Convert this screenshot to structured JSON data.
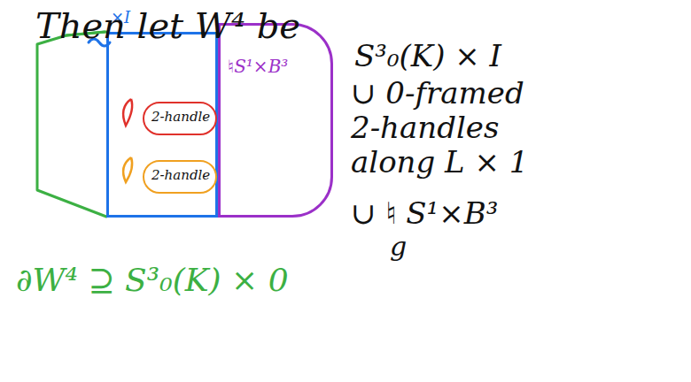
{
  "diagram": {
    "nodes": [
      {
        "text": [
          "×I"
        ]
      },
      {
        "text": [
          "2-handle"
        ],
        "in": 0
      },
      {
        "text": [
          "2-handle"
        ],
        "in": 0
      },
      {
        "text": [
          "♮S¹×B³"
        ]
      }
    ],
    "labels": [
      "Then let W⁴ be",
      "S³₀(K) × I",
      "∪ 0-framed 2-handles along L × 1",
      "∪ ♮ S¹×B³",
      "g",
      "∂W⁴ ⊇ S³₀(K) × 0"
    ]
  }
}
